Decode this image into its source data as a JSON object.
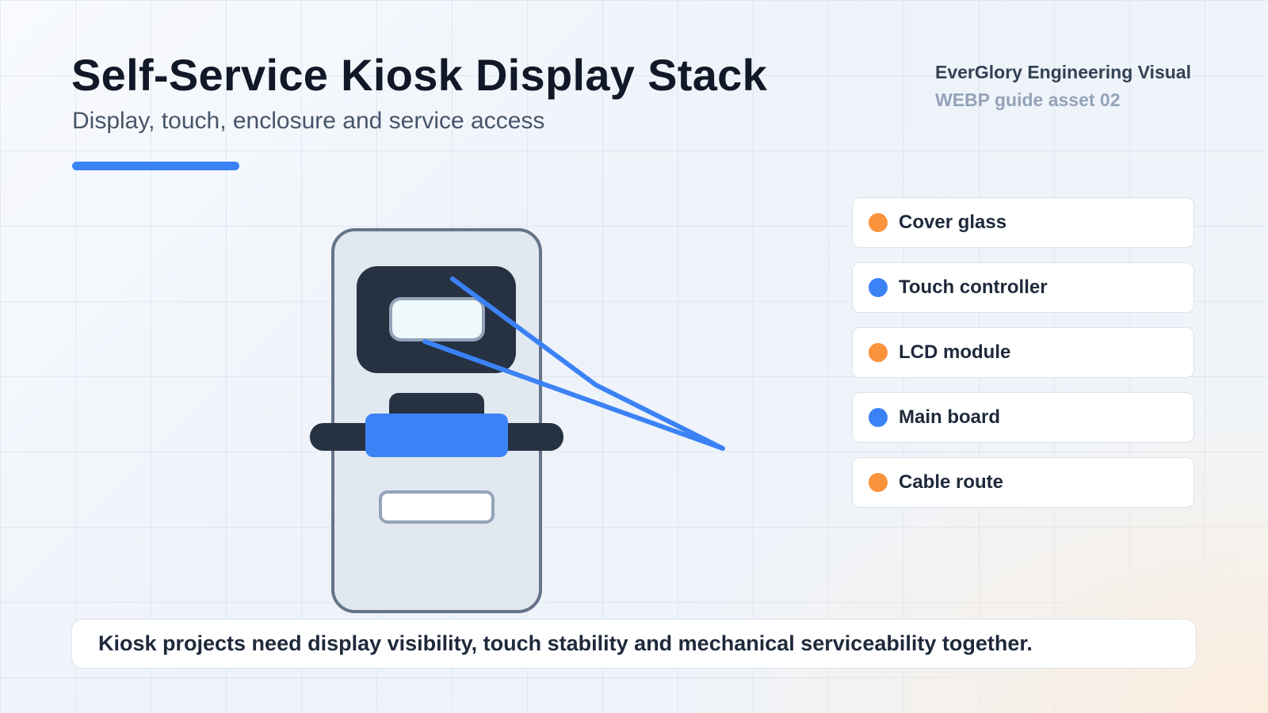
{
  "header": {
    "title": "Self-Service Kiosk Display Stack",
    "subtitle": "Display, touch, enclosure and service access",
    "brand": "EverGlory Engineering Visual",
    "asset": "WEBP guide asset 02"
  },
  "colors": {
    "accent_blue": "#3b82f6",
    "accent_orange": "#fb923c",
    "dark_navy": "#263142",
    "enclosure_fill": "#e2e8f0",
    "enclosure_stroke": "#64748b",
    "glass_fill": "#eef9fc",
    "slot_stroke": "#94a3b8"
  },
  "legend": [
    {
      "label": "Cover glass",
      "color": "#fb923c"
    },
    {
      "label": "Touch controller",
      "color": "#3b82f6"
    },
    {
      "label": "LCD module",
      "color": "#fb923c"
    },
    {
      "label": "Main board",
      "color": "#3b82f6"
    },
    {
      "label": "Cable route",
      "color": "#fb923c"
    }
  ],
  "callout": {
    "text": "Kiosk projects need display visibility, touch stability and mechanical serviceability together."
  }
}
